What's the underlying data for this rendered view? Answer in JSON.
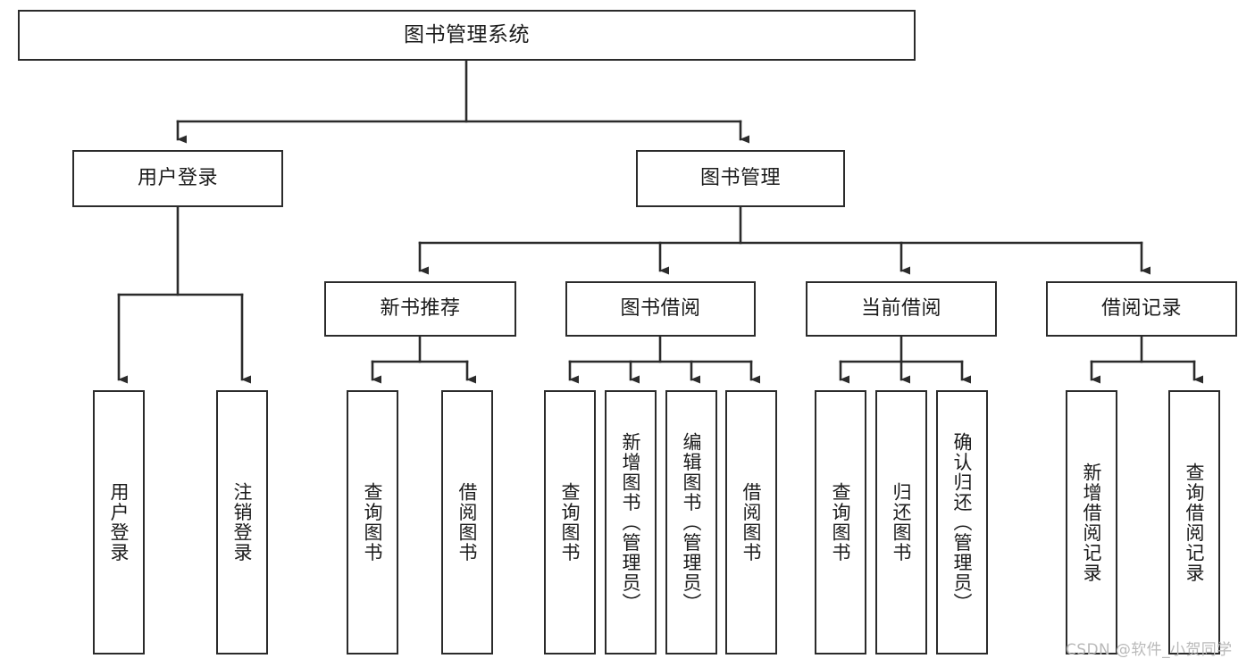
{
  "diagram": {
    "title": "图书管理系统",
    "watermark": "CSDN @软件_小贺同学",
    "colors": {
      "box_border": "#2b2b2b",
      "box_fill": "#ffffff",
      "connector": "#2b2b2b",
      "text": "#1b1b1b",
      "watermark": "#b9b9b9",
      "background": "#ffffff"
    },
    "levels": {
      "root": "图书管理系统",
      "level2": [
        "用户登录",
        "图书管理"
      ],
      "level3": [
        "新书推荐",
        "图书借阅",
        "当前借阅",
        "借阅记录"
      ]
    },
    "nodes": {
      "root": {
        "label": "图书管理系统"
      },
      "user_login": {
        "label": "用户登录"
      },
      "book_manage": {
        "label": "图书管理"
      },
      "new_book_recommend": {
        "label": "新书推荐"
      },
      "book_borrow": {
        "label": "图书借阅"
      },
      "current_borrow": {
        "label": "当前借阅"
      },
      "borrow_record": {
        "label": "借阅记录"
      },
      "leaf_user_login": {
        "label": "用户登录"
      },
      "leaf_logout": {
        "label": "注销登录"
      },
      "leaf_query_book_1": {
        "label": "查询图书"
      },
      "leaf_borrow_book_1": {
        "label": "借阅图书"
      },
      "leaf_query_book_2": {
        "label": "查询图书"
      },
      "leaf_add_book": {
        "label": "新增图书（管理员）"
      },
      "leaf_edit_book": {
        "label": "编辑图书（管理员）"
      },
      "leaf_borrow_book_2": {
        "label": "借阅图书"
      },
      "leaf_query_book_3": {
        "label": "查询图书"
      },
      "leaf_return_book": {
        "label": "归还图书"
      },
      "leaf_confirm_return": {
        "label": "确认归还（管理员）"
      },
      "leaf_add_record": {
        "label": "新增借阅记录"
      },
      "leaf_query_record": {
        "label": "查询借阅记录"
      }
    }
  }
}
